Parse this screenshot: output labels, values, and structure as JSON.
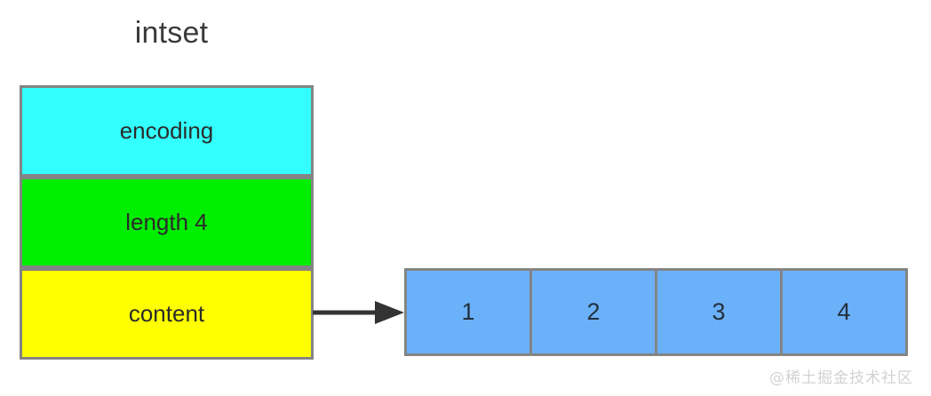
{
  "diagram": {
    "title": "intset",
    "type": "data-structure-diagram",
    "colors": {
      "encoding_fill": "#33ffff",
      "length_fill": "#00ee00",
      "content_fill": "#ffff00",
      "array_fill": "#6bb1fa",
      "border": "#848484",
      "arrow": "#333333",
      "title_text": "#3b3b3b",
      "watermark_text": "#d2d2d2"
    },
    "struct": {
      "name": "intset",
      "fields": [
        {
          "label": "encoding",
          "fill": "#33ffff"
        },
        {
          "label": "length 4",
          "fill": "#00ee00"
        },
        {
          "label": "content",
          "fill": "#ffff00"
        }
      ]
    },
    "pointer": {
      "from_field": "content",
      "to": "content-array",
      "icon": "arrow-right-icon"
    },
    "content_array": {
      "cells": [
        {
          "value": "1"
        },
        {
          "value": "2"
        },
        {
          "value": "3"
        },
        {
          "value": "4"
        }
      ]
    },
    "watermark": "@稀土掘金技术社区"
  }
}
